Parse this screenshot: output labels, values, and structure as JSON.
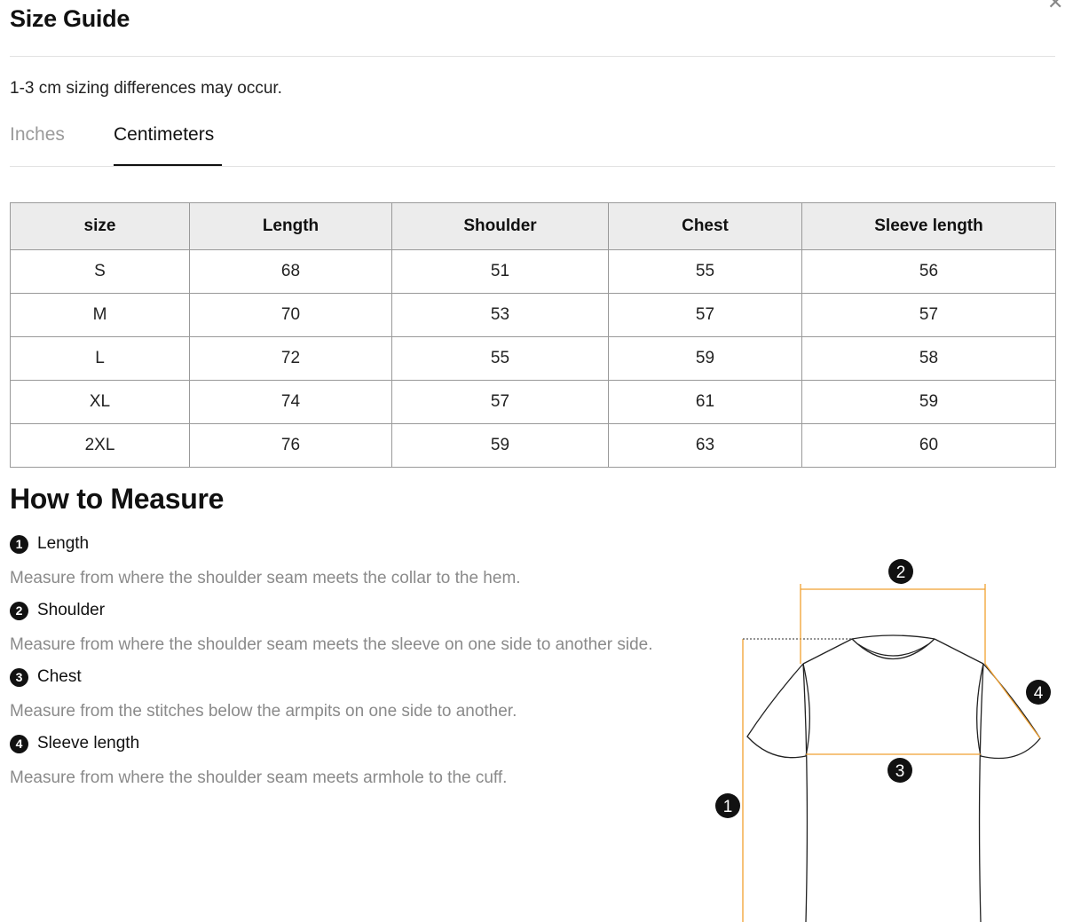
{
  "header": {
    "title": "Size Guide",
    "close_icon": "close-icon"
  },
  "note": "1-3 cm sizing differences may occur.",
  "tabs": [
    {
      "label": "Inches",
      "active": false
    },
    {
      "label": "Centimeters",
      "active": true
    }
  ],
  "table": {
    "headers": [
      "size",
      "Length",
      "Shoulder",
      "Chest",
      "Sleeve length"
    ],
    "rows": [
      [
        "S",
        "68",
        "51",
        "55",
        "56"
      ],
      [
        "M",
        "70",
        "53",
        "57",
        "57"
      ],
      [
        "L",
        "72",
        "55",
        "59",
        "58"
      ],
      [
        "XL",
        "74",
        "57",
        "61",
        "59"
      ],
      [
        "2XL",
        "76",
        "59",
        "63",
        "60"
      ]
    ]
  },
  "how_to": {
    "title": "How to Measure",
    "items": [
      {
        "number": "1",
        "label": "Length",
        "desc": "Measure from where the shoulder seam meets the collar to the hem."
      },
      {
        "number": "2",
        "label": "Shoulder",
        "desc": "Measure from where the shoulder seam meets the sleeve on one side to another side."
      },
      {
        "number": "3",
        "label": "Chest",
        "desc": "Measure from the stitches below the armpits on one side to another."
      },
      {
        "number": "4",
        "label": "Sleeve length",
        "desc": "Measure from where the shoulder seam meets armhole to the cuff."
      }
    ]
  },
  "diagram": {
    "markers": [
      "1",
      "2",
      "3",
      "4"
    ],
    "colors": {
      "measure_line": "#f0a030",
      "outline": "#222222",
      "badge": "#111111"
    }
  }
}
